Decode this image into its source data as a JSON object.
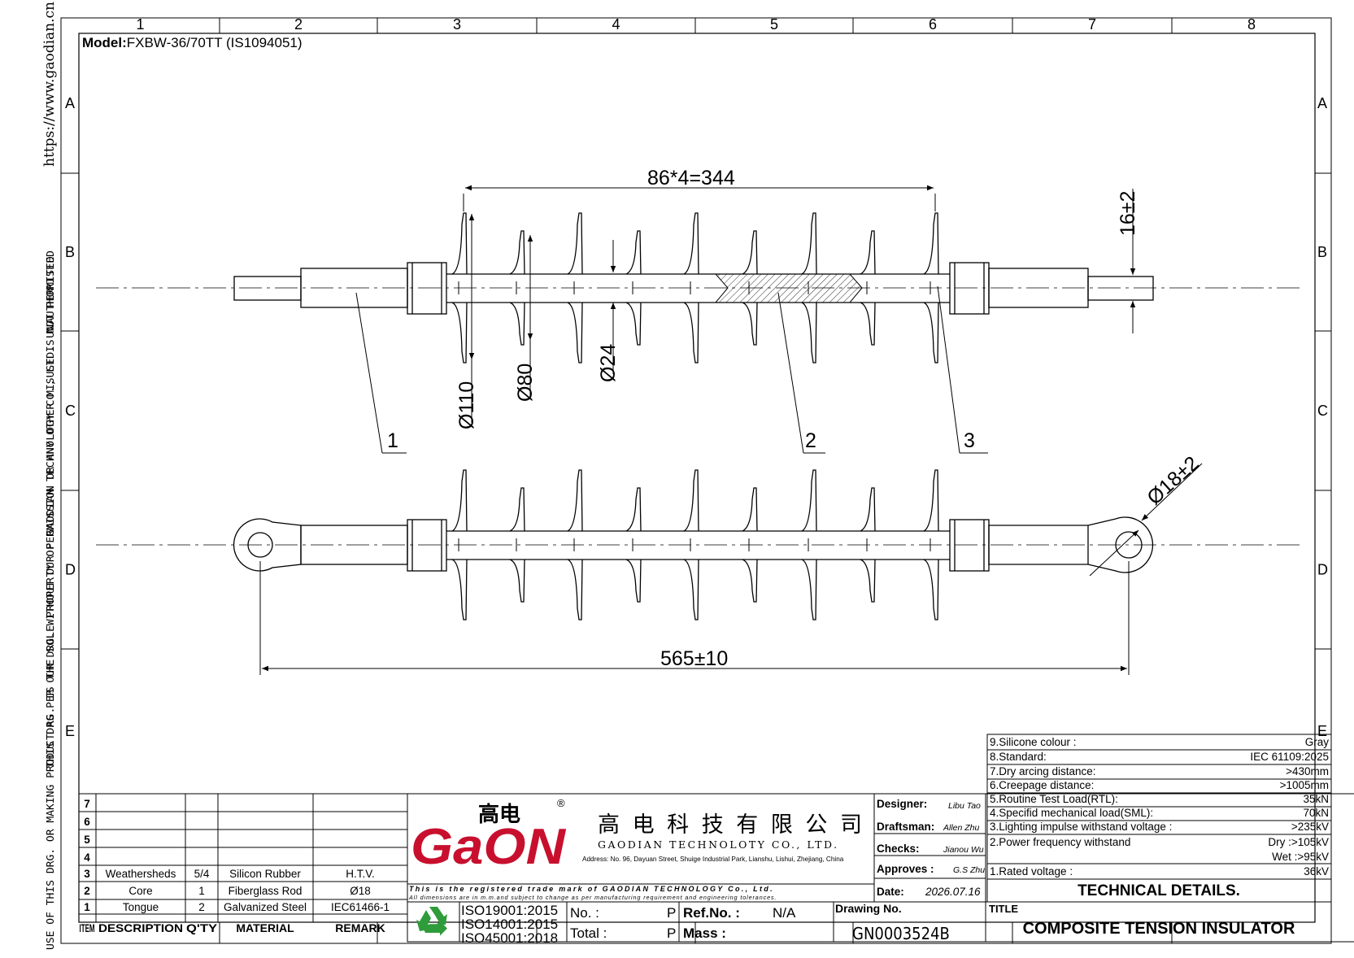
{
  "sheet": {
    "columns": [
      "1",
      "2",
      "3",
      "4",
      "5",
      "6",
      "7",
      "8"
    ],
    "rows": [
      "A",
      "B",
      "C",
      "D",
      "E"
    ],
    "side_url": "https://www.gaodian.cn",
    "side_notice_1": "THIS DRG. IS THE SOLE PROPERTY OF GAODIAN TECHNOLOGY CO., LTD. UNAUTHORISED",
    "side_notice_2": "USE OF THIS DRG. OR MAKING PRODUCT AS PER OUR DRG. WITHOUT OUR PERMISSION OR ANY OTHER MISUSE IS NOT PERMITTED"
  },
  "model": {
    "label": "Model:",
    "value": "FXBW-36/70TT  (IS1094051)"
  },
  "dimensions": {
    "shed_spacing": "86*4=344",
    "dia_110": "Ø110",
    "dia_80": "Ø80",
    "dia_24": "Ø24",
    "tongue_thickness": "16±2",
    "hole_dia": "Ø18±2",
    "overall_length": "565±10",
    "balloon_1": "1",
    "balloon_2": "2",
    "balloon_3": "3"
  },
  "bom": {
    "empty_rows": [
      "7",
      "6",
      "5",
      "4"
    ],
    "rows": [
      {
        "item": "3",
        "description": "Weathersheds",
        "qty": "5/4",
        "material": "Silicon Rubber",
        "remark": "H.T.V."
      },
      {
        "item": "2",
        "description": "Core",
        "qty": "1",
        "material": "Fiberglass Rod",
        "remark": "Ø18"
      },
      {
        "item": "1",
        "description": "Tongue",
        "qty": "2",
        "material": "Galvanized Steel",
        "remark": "IEC61466-1"
      }
    ],
    "headers": {
      "item": "ITEM",
      "description": "DESCRIPTION",
      "qty": "Q'TY",
      "material": "MATERIAL",
      "remark": "REMARK"
    }
  },
  "company": {
    "logo_cn": "高电",
    "logo_en": "GaON",
    "registered": "®",
    "name_cn": "高 电 科 技 有 限 公 司",
    "name_en": "GAODIAN TECHNOLOTY CO., LTD.",
    "address": "Address: No. 96, Dayuan Street, Shuige Industrial Park, Lianshu, Lishui, Zhejiang, China",
    "trademark_note": "This is the registered trade mark of GAODIAN TECHNOLOGY Co., Ltd.",
    "dimension_note": "All dimensions are in m.m.and subject to change as per manufacturing requirement and engineering tolerances."
  },
  "iso": [
    "ISO19001:2015",
    "ISO14001:2015",
    "ISO45001:2018"
  ],
  "sign": {
    "designer_label": "Designer:",
    "designer": "Libu Tao",
    "draftsman_label": "Draftsman:",
    "draftsman": "Allen Zhu",
    "checks_label": "Checks:",
    "checks": "Jianou Wu",
    "approves_label": "Approves :",
    "approves": "G.S Zhu",
    "date_label": "Date:",
    "date": "2026.07.16"
  },
  "meta": {
    "no_label": "No. :",
    "p1": "P",
    "total_label": "Total :",
    "p2": "P",
    "ref_label": "Ref.No. :",
    "ref_value": "N/A",
    "mass_label": "Mass :",
    "drawing_no_label": "Drawing No.",
    "drawing_no": "GN0003524B",
    "title_label": "TITLE",
    "title": "COMPOSITE TENSION INSULATOR"
  },
  "technical": {
    "heading": "TECHNICAL DETAILS.",
    "items": [
      {
        "label": "9.Silicone colour :",
        "value": "Gray"
      },
      {
        "label": "8.Standard:",
        "value": "IEC 61109:2025"
      },
      {
        "label": "7.Dry arcing distance:",
        "value": ">430mm"
      },
      {
        "label": "6.Creepage distance:",
        "value": ">1005mm"
      },
      {
        "label": "5.Routine Test Load(RTL):",
        "value": "35kN"
      },
      {
        "label": "4.Specifid mechanical load(SML):",
        "value": "70kN"
      },
      {
        "label": "3.Lighting impulse withstand voltage :",
        "value": ">235kV"
      },
      {
        "label": "2.Power frequency withstand",
        "value": "Dry :>105kV",
        "value2": "Wet :>95kV"
      },
      {
        "label": "1.Rated voltage :",
        "value": "36kV"
      }
    ]
  },
  "colors": {
    "logo_red": "#c8102e",
    "recycle_green": "#2e9c3a"
  }
}
